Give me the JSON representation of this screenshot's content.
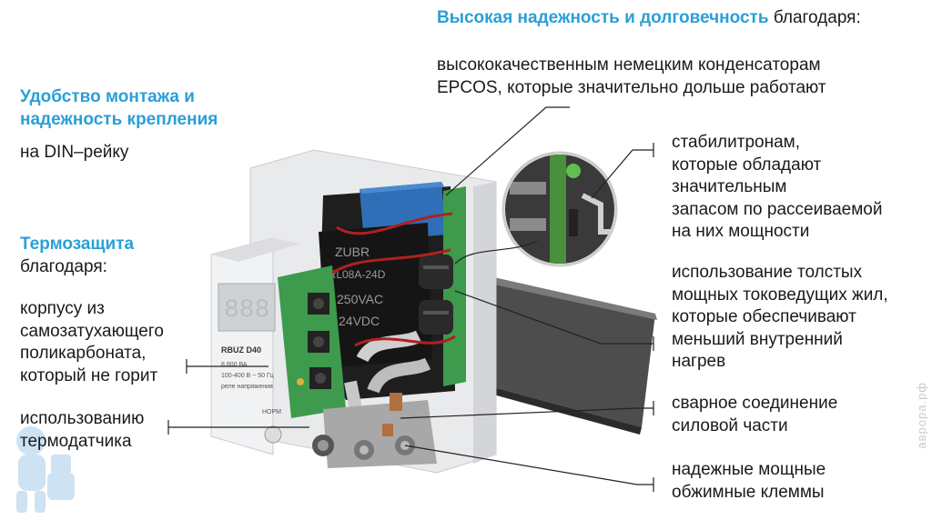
{
  "top": {
    "heading": "Высокая надежность и долговечность",
    "heading_suffix": " благодаря:",
    "lines": [
      "высококачественным немецким конденсаторам",
      "EPCOS, которые значительно дольше работают"
    ]
  },
  "mounting": {
    "lines": [
      "Удобство монтажа и",
      "надежность крепления"
    ],
    "text": "на DIN–рейку"
  },
  "thermo": {
    "heading": "Термозащита",
    "text": "благодаря:",
    "case_lines": [
      "корпусу из",
      "самозатухающего",
      "поликарбоната,",
      "который не горит"
    ],
    "sensor_lines": [
      "использованию",
      "термодатчика"
    ]
  },
  "right": {
    "zener_lines": [
      "стабилитронам,",
      "которые обладают",
      "значительным",
      "запасом по рассеиваемой",
      "на них мощности"
    ],
    "wires_lines": [
      "использование толстых",
      "мощных токоведущих жил,",
      "которые обеспечивают",
      "меньший внутренний",
      "нагрев"
    ],
    "welded_lines": [
      "сварное соединение",
      "силовой части"
    ],
    "clamps_lines": [
      "надежные мощные",
      "обжимные клеммы"
    ]
  },
  "device": {
    "relay_brand": "ZUBR",
    "relay_model": "NRL08A-24D",
    "relay_voltage": "250VAC",
    "relay_coil": "24VDC",
    "label_model": "RBUZ D40",
    "label_power": "8 800 ВА",
    "label_range": "100-400 В ~ 50 Гц",
    "label_type": "реле напряжения",
    "terminal_label": "НОРМ",
    "display": "888"
  },
  "watermark": "аврора.рф",
  "colors": {
    "accent": "#2a9fd6",
    "pcb": "#3e9a4c",
    "relay": "#1c1c1c",
    "rail": "#5a5a5a"
  }
}
